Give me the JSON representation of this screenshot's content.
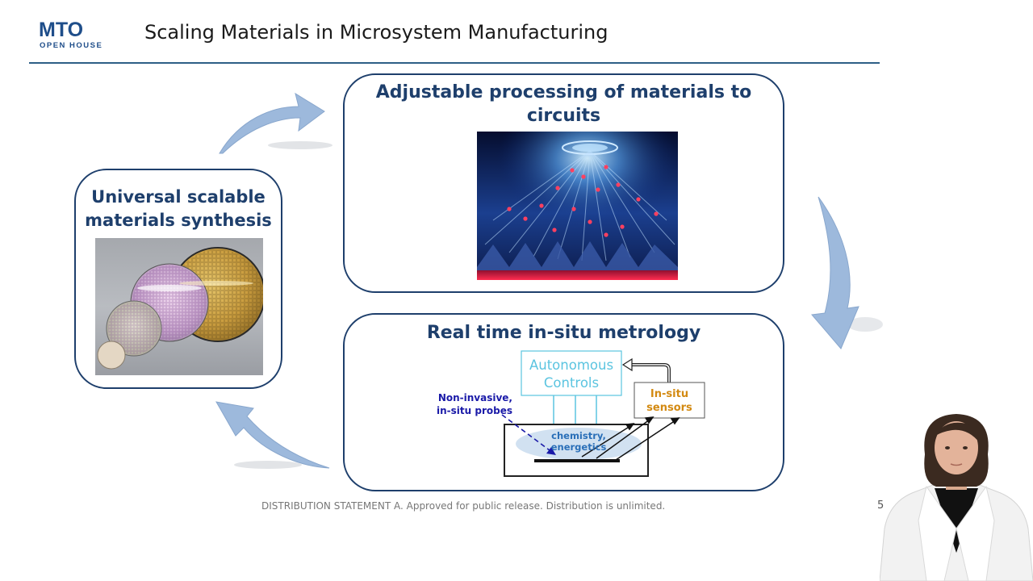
{
  "header": {
    "logo_main": "MTO",
    "logo_sub": "OPEN HOUSE",
    "title": "Scaling Materials in Microsystem Manufacturing"
  },
  "boxes": {
    "synthesis": {
      "heading": "Universal scalable materials synthesis"
    },
    "processing": {
      "heading": "Adjustable processing of materials to circuits"
    },
    "metrology": {
      "heading": "Real time in-situ metrology",
      "diagram": {
        "autonomous_controls_line1": "Autonomous",
        "autonomous_controls_line2": "Controls",
        "probes_line1": "Non-invasive,",
        "probes_line2": "in-situ probes",
        "sensors_line1": "In-situ",
        "sensors_line2": "sensors",
        "chamber_line1": "chemistry,",
        "chamber_line2": "energetics"
      }
    }
  },
  "footer": {
    "statement": "DISTRIBUTION STATEMENT A. Approved for public release. Distribution is unlimited.",
    "page_number": "5"
  },
  "colors": {
    "heading_navy": "#1e3f6c",
    "rule_blue": "#2e5f86",
    "arrow_blue": "#93b3d8",
    "controls_cyan": "#5bc4e0",
    "probe_blue": "#1a1aa8",
    "sensor_orange": "#d38a12"
  }
}
